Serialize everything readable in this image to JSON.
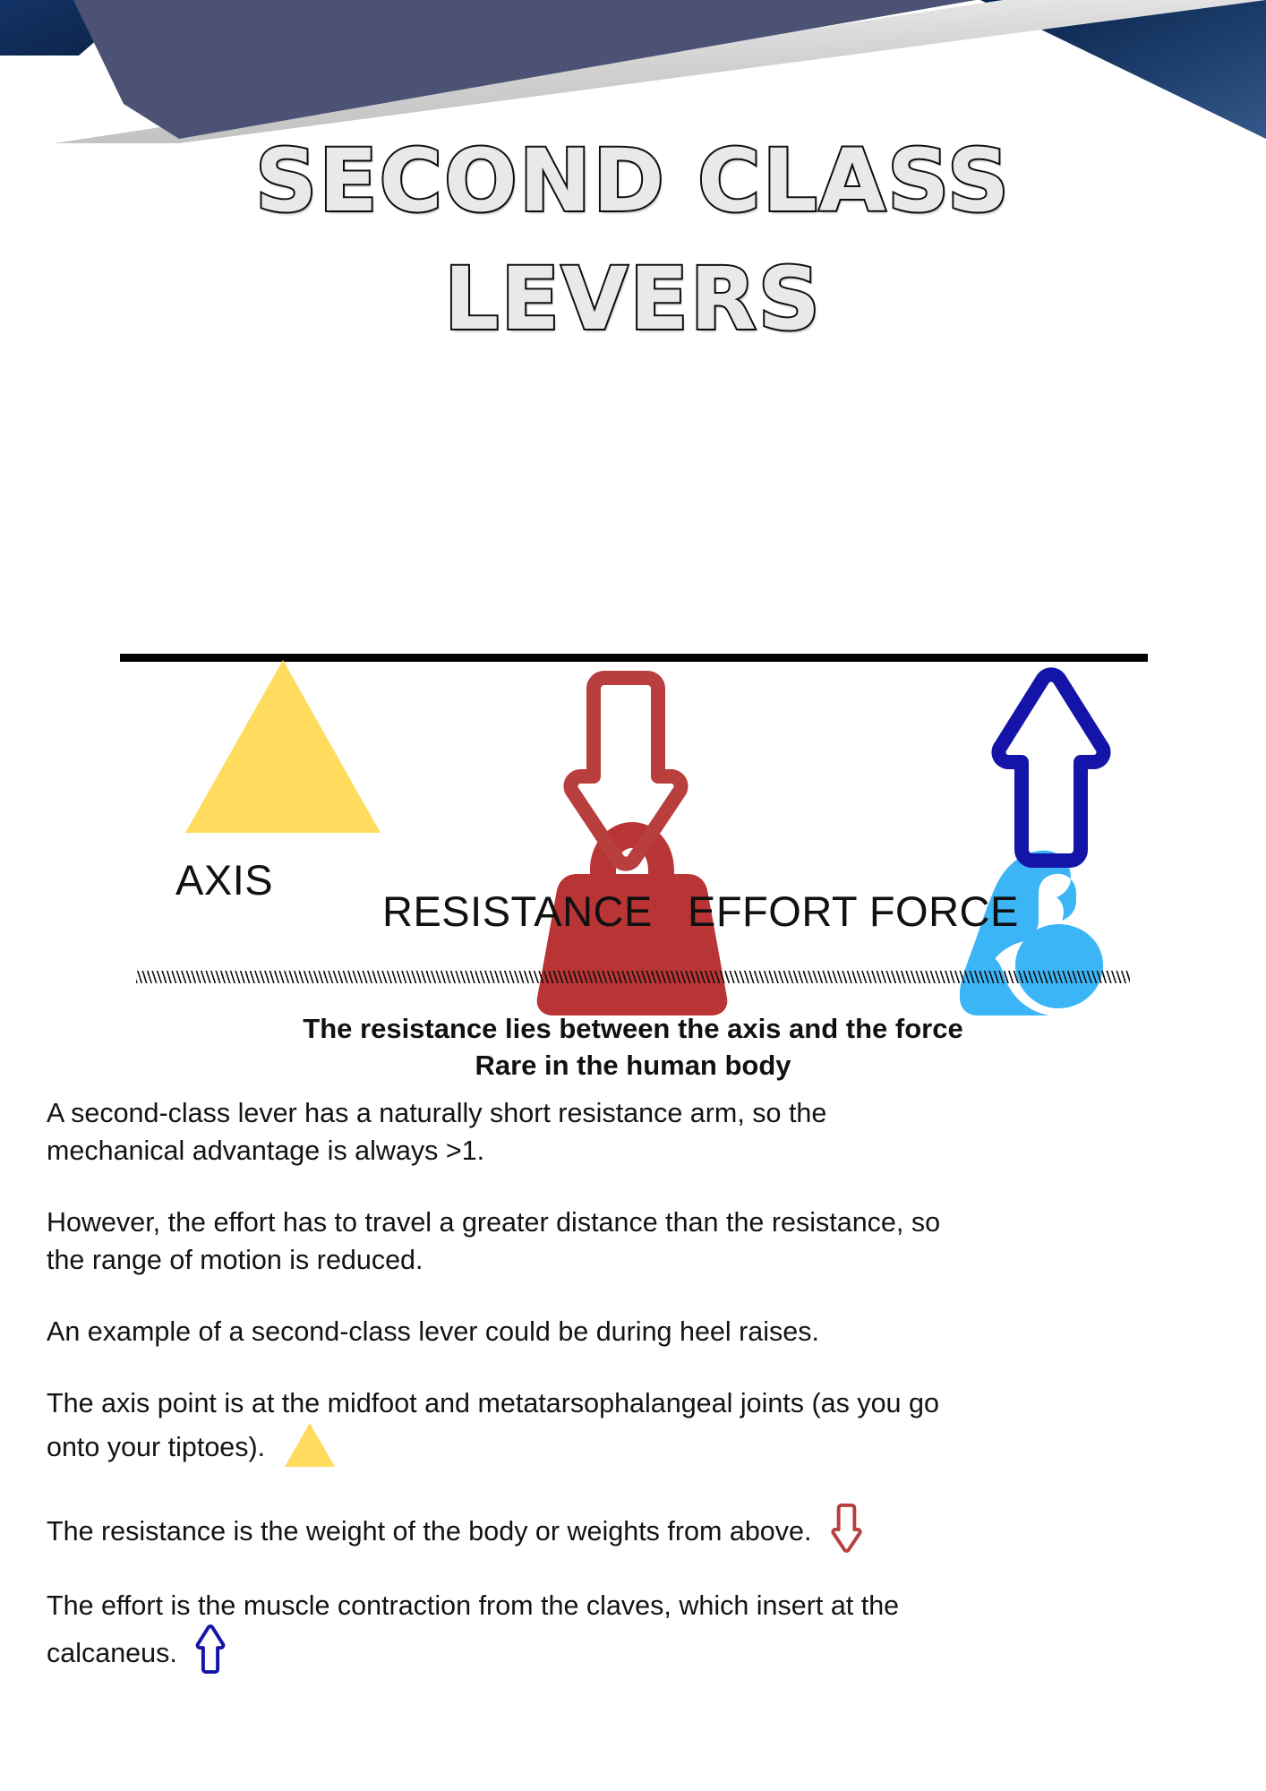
{
  "page": {
    "title_lines": [
      "SECOND CLASS",
      "LEVERS"
    ],
    "background_color": "#ffffff"
  },
  "colors": {
    "navy_dark": "#0d2b55",
    "navy_mid": "#2a4a7a",
    "slate_blue": "#4b5274",
    "shadow_grey": "#c9c9c9",
    "title_fill": "#e9e9e9",
    "title_stroke": "#111111",
    "weight_red": "#b93434",
    "arrow_red": "#b93e3e",
    "muscle_blue": "#3bb5f5",
    "arrow_blue": "#1414a8",
    "fulcrum_yellow": "#ffdb5e",
    "lever_black": "#000000",
    "body_text": "#131313"
  },
  "diagram": {
    "lever_bar_name": "lever-bar",
    "icons": {
      "weight": "weight-icon",
      "muscle": "flexed-bicep-icon",
      "fulcrum": "fulcrum-triangle-icon",
      "arrow_down": "resistance-down-arrow-icon",
      "arrow_up": "effort-up-arrow-icon"
    },
    "labels": {
      "axis": "AXIS",
      "resistance": "RESISTANCE",
      "effort": "EFFORT FORCE"
    }
  },
  "subtitle": {
    "line1": "The resistance lies between the axis and the force",
    "line2": "Rare in the human body"
  },
  "body": {
    "p1": "A second-class lever has a naturally short resistance arm, so the mechanical advantage is always >1.",
    "p2": "However, the effort has to travel a greater distance than the resistance, so the range of motion is reduced.",
    "p3": "An example of a second-class lever could be during heel raises.",
    "p4": "The axis point is at the midfoot and metatarsophalangeal joints (as you go onto your tiptoes).",
    "p5": "The resistance is the weight of the body or weights from above.",
    "p6": "The effort is the muscle contraction from the claves, which insert at the calcaneus."
  }
}
